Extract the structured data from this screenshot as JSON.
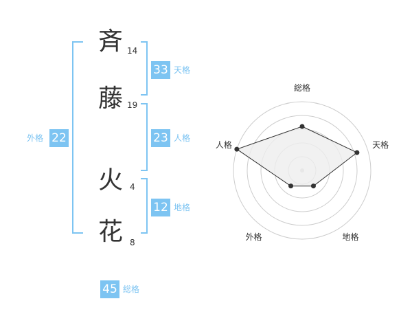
{
  "name": {
    "chars": [
      {
        "char": "斉",
        "strokes": "14"
      },
      {
        "char": "藤",
        "strokes": "19"
      },
      {
        "char": "火",
        "strokes": "4"
      },
      {
        "char": "花",
        "strokes": "8"
      }
    ]
  },
  "fortunes": {
    "tenkaku": {
      "value": "33",
      "label": "天格"
    },
    "jinkaku": {
      "value": "23",
      "label": "人格"
    },
    "chikaku": {
      "value": "12",
      "label": "地格"
    },
    "gaikaku": {
      "value": "22",
      "label": "外格"
    },
    "soukaku": {
      "value": "45",
      "label": "総格"
    }
  },
  "colors": {
    "accent": "#7dc4f2",
    "text": "#333333",
    "grid": "#cccccc",
    "fill": "#eeeeee"
  },
  "chart_data": {
    "type": "radar",
    "axes": [
      "総格",
      "天格",
      "地格",
      "外格",
      "人格"
    ],
    "values": [
      3.2,
      4.2,
      1.4,
      1.4,
      5.0
    ],
    "range": [
      0,
      5
    ],
    "rings": 5
  }
}
